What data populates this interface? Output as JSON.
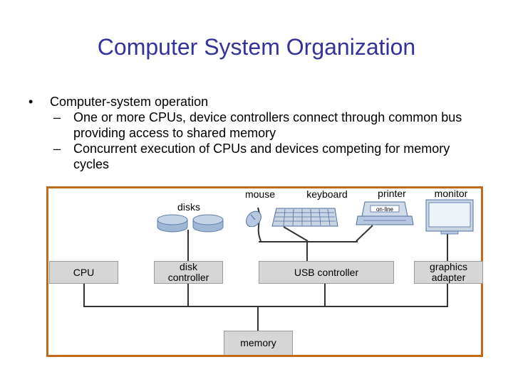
{
  "slide": {
    "title": "Computer System Organization",
    "bullet": "Computer-system operation",
    "bullet_marker": "•",
    "sub_marker": "–",
    "sub_items": [
      {
        "line1": "One or more CPUs, device controllers connect through common bus",
        "line2": "providing access to shared memory"
      },
      {
        "line1": "Concurrent execution of CPUs and devices competing for memory",
        "line2": "cycles"
      }
    ]
  },
  "diagram": {
    "device_labels": {
      "disks": "disks",
      "mouse": "mouse",
      "keyboard": "keyboard",
      "printer": "printer",
      "monitor": "monitor"
    },
    "printer_display": "on-line",
    "components": {
      "cpu": "CPU",
      "disk_controller_line1": "disk",
      "disk_controller_line2": "controller",
      "usb_controller": "USB controller",
      "graphics_adapter_line1": "graphics",
      "graphics_adapter_line2": "adapter",
      "memory": "memory"
    },
    "colors": {
      "title": "#333399",
      "frame": "#c06a1c",
      "component_fill": "#d6d6d6",
      "device_fill": "#c9d4e4"
    }
  }
}
